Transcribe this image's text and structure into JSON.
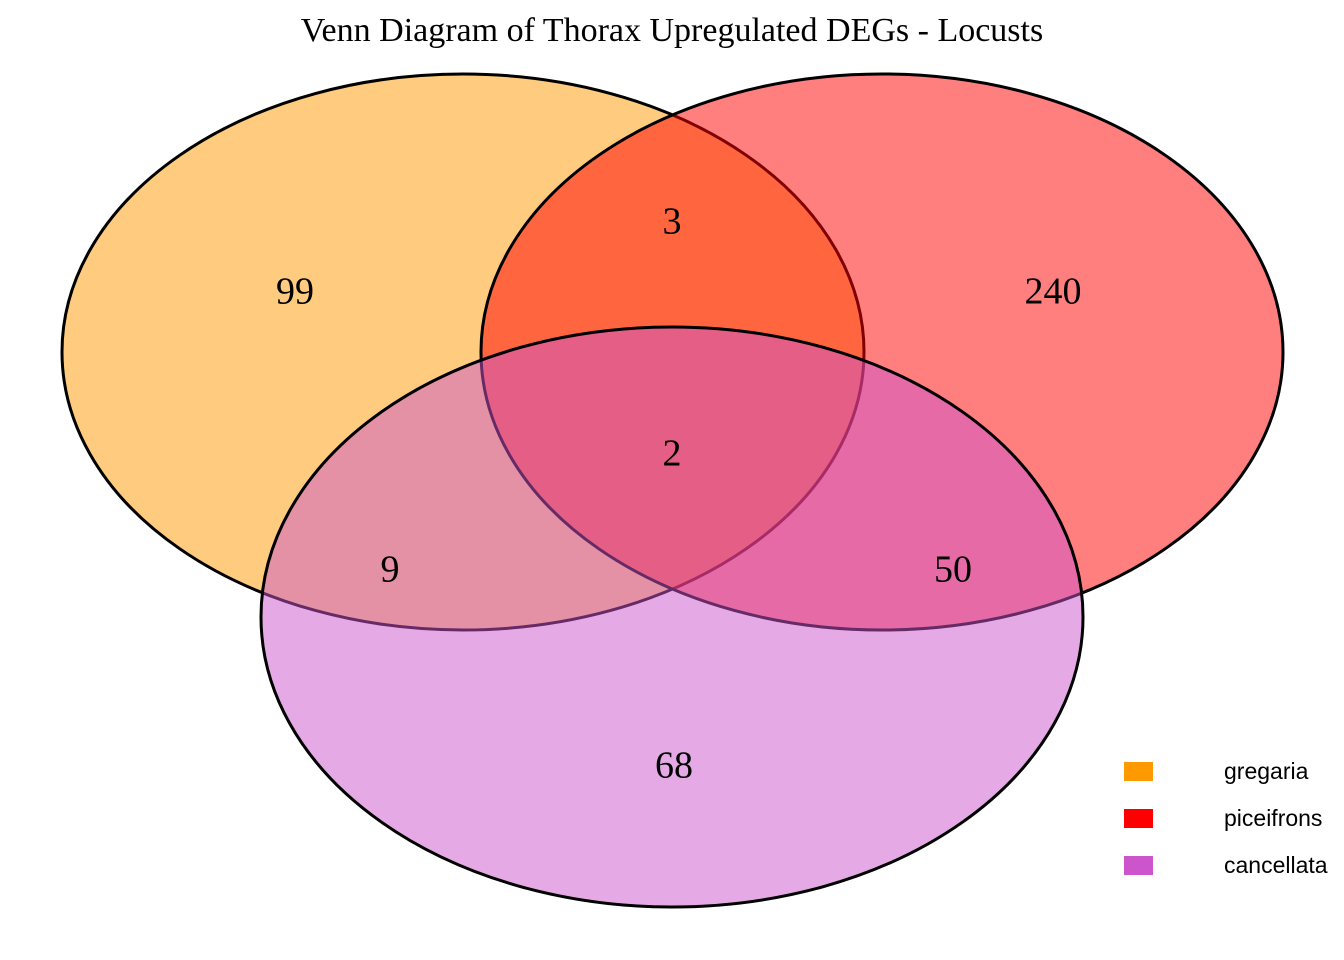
{
  "chart": {
    "title": "Venn Diagram of Thorax Upregulated DEGs - Locusts"
  },
  "legend": {
    "items": [
      {
        "label": "gregaria",
        "color": "#FF9900",
        "swatch_name": "legend-swatch-gregaria"
      },
      {
        "label": "piceifrons",
        "color": "#FF0000",
        "swatch_name": "legend-swatch-piceifrons"
      },
      {
        "label": "cancellata",
        "color": "#CC55CC",
        "swatch_name": "legend-swatch-cancellata"
      }
    ]
  },
  "chart_data": {
    "type": "venn",
    "title": "Venn Diagram of Thorax Upregulated DEGs - Locusts",
    "sets": [
      "gregaria",
      "piceifrons",
      "cancellata"
    ],
    "set_colors": [
      "#FF9900",
      "#FF0000",
      "#CC55CC"
    ],
    "fill_opacity": 0.5,
    "stroke_color": "#000000",
    "regions": [
      {
        "id": "gregaria_only",
        "sets": [
          "gregaria"
        ],
        "label": "99",
        "value": 99
      },
      {
        "id": "piceifrons_only",
        "sets": [
          "piceifrons"
        ],
        "label": "240",
        "value": 240
      },
      {
        "id": "cancellata_only",
        "sets": [
          "cancellata"
        ],
        "label": "68",
        "value": 68
      },
      {
        "id": "gregaria_piceifrons",
        "sets": [
          "gregaria",
          "piceifrons"
        ],
        "label": "3",
        "value": 3
      },
      {
        "id": "gregaria_cancellata",
        "sets": [
          "gregaria",
          "cancellata"
        ],
        "label": "9",
        "value": 9
      },
      {
        "id": "piceifrons_cancellata",
        "sets": [
          "piceifrons",
          "cancellata"
        ],
        "label": "50",
        "value": 50
      },
      {
        "id": "all_three",
        "sets": [
          "gregaria",
          "piceifrons",
          "cancellata"
        ],
        "label": "2",
        "value": 2
      }
    ],
    "legend_position": "bottom-right",
    "grid": false,
    "xlabel": "",
    "ylabel": ""
  }
}
